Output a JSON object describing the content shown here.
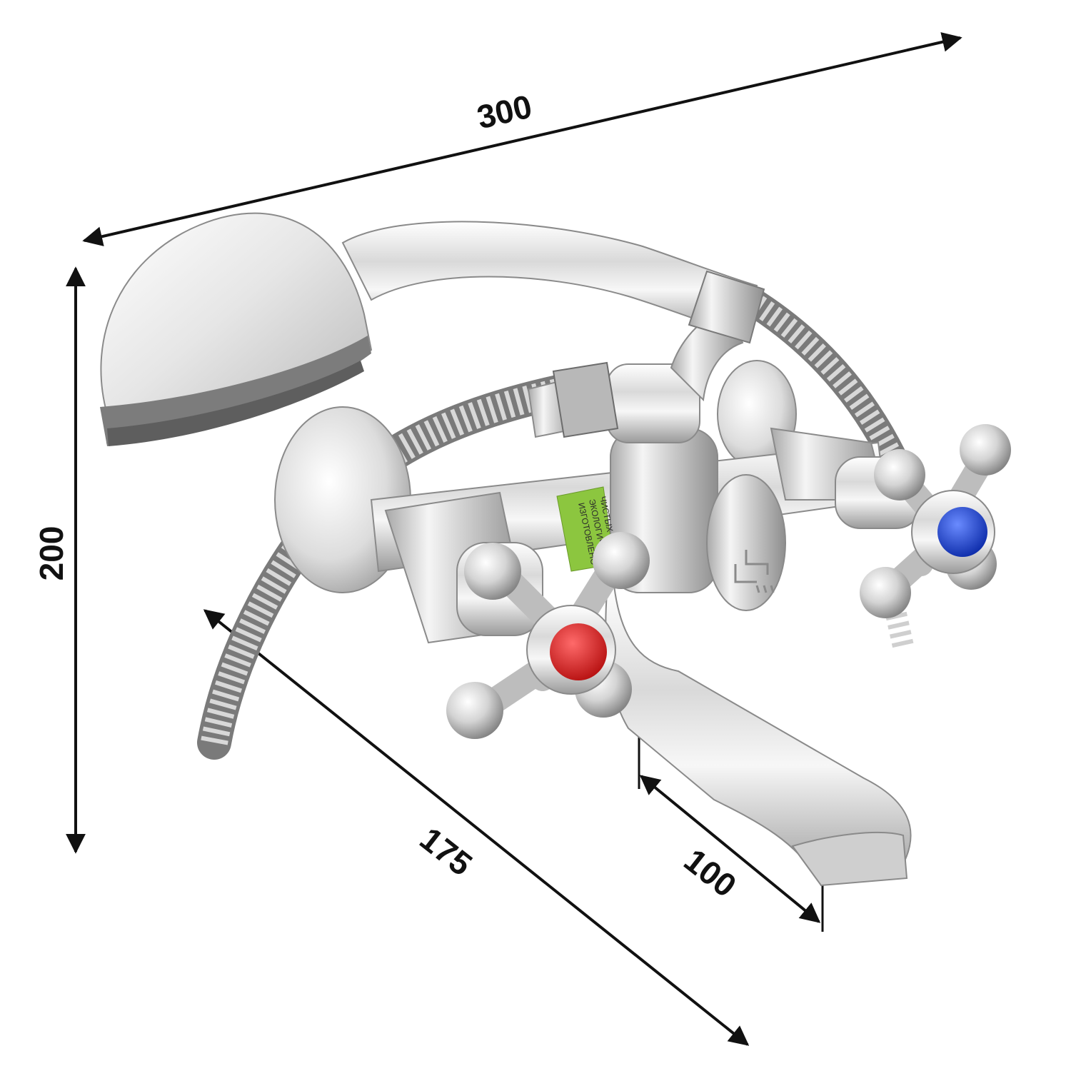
{
  "dimensions": {
    "width_label": "300",
    "height_label": "200",
    "depth_label": "175",
    "spout_label": "100"
  },
  "label": {
    "lines": [
      "ИЗГОТОВЛЕНО",
      "ЭКОЛОГИЧЕС",
      "ЧИСТЫХ МАТЕРИА"
    ]
  },
  "colors": {
    "hot_cap": "#d81e1e",
    "cold_cap": "#1a3fd6",
    "label_green": "#8cc63f",
    "chrome_dark": "#8a8a8a",
    "chrome_light": "#f4f4f4",
    "dimension_line": "#111111"
  },
  "icons": [
    "hot-cap-icon",
    "cold-cap-icon",
    "shower-logo-icon"
  ]
}
